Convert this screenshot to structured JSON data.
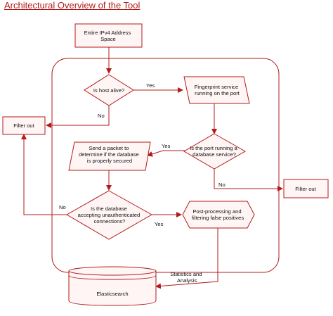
{
  "title": "Architectural Overview of the Tool",
  "colors": {
    "stroke": "#b31b1b",
    "fill": "#fff5f5",
    "title": "#b31b1b",
    "text": "#111111"
  },
  "nodes": {
    "start": [
      "Entire IPv4 Address",
      "Space"
    ],
    "host_alive": [
      "Is host alive?"
    ],
    "fingerprint": [
      "Fingerprint service",
      "running on the port"
    ],
    "filter_left": [
      "Filter out"
    ],
    "is_db_service": [
      "Is the port running a",
      "database service?"
    ],
    "send_packet": [
      "Send a packet to",
      "determine if the database",
      "is properly secured"
    ],
    "filter_right": [
      "Filter out"
    ],
    "unauth": [
      "Is the database",
      "accepting unauthenticated",
      "connections?"
    ],
    "post_proc": [
      "Post-processing and",
      "filtering false positives"
    ],
    "elasticsearch": [
      "Elasticsearch"
    ]
  },
  "edge_labels": {
    "yes_host": "Yes",
    "no_host": "No",
    "yes_db": "Yes",
    "no_db": "No",
    "no_unauth": "No",
    "yes_unauth": "Yes",
    "stats": [
      "Statistics and",
      "Analysis"
    ]
  }
}
